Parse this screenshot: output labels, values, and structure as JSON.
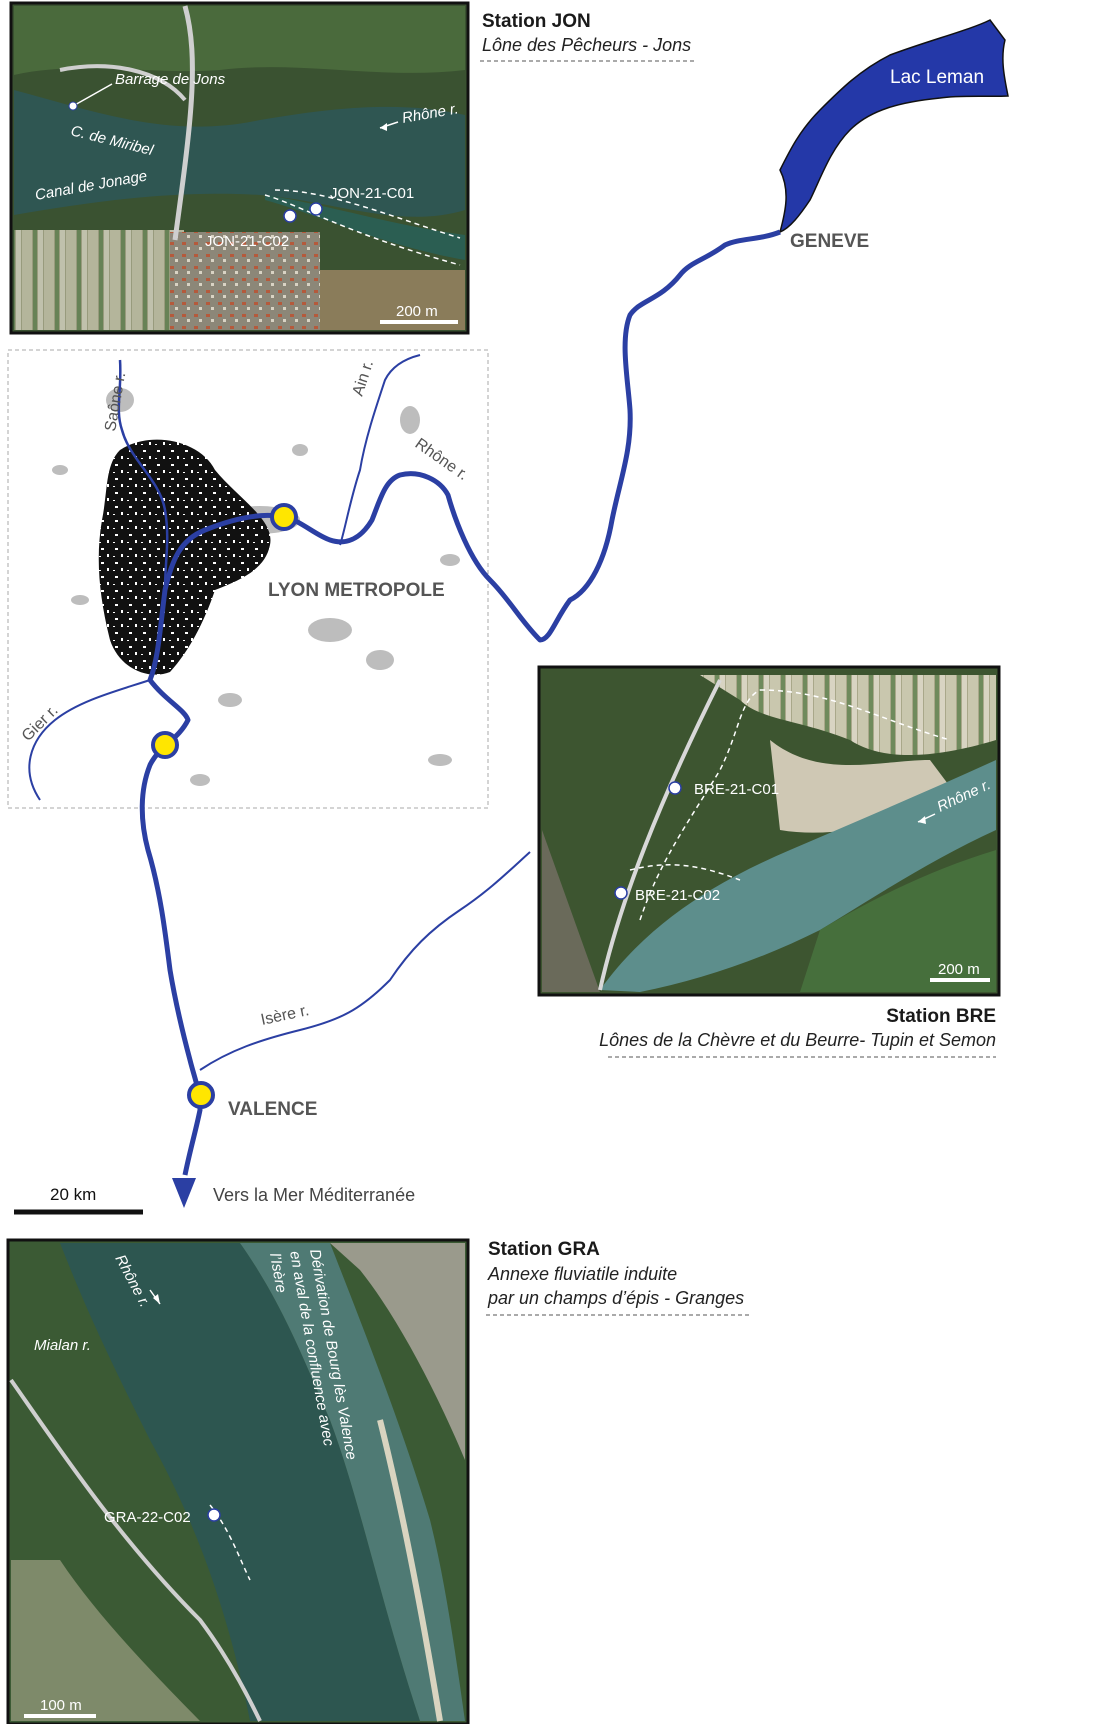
{
  "colors": {
    "river": "#2b3fa3",
    "lake": "#2438a8",
    "station_marker": "#ffe600",
    "urban_dense": "#111111",
    "urban_light": "#b8b8b8",
    "photo_forest": "#3f5a36",
    "photo_water": "#2f5e5a"
  },
  "stations": {
    "jon": {
      "title": "Station JON",
      "subtitle": "Lône des Pêcheurs - Jons",
      "labels": {
        "barrage": "Barrage de Jons",
        "miribel": "C. de Miribel",
        "rhone": "Rhône r.",
        "jonage": "Canal de Jonage",
        "core1": "JON-21-C01",
        "core2": "JON-21-C02",
        "scale": "200 m"
      }
    },
    "bre": {
      "title": "Station BRE",
      "subtitle": "Lônes de la Chèvre et du Beurre- Tupin et Semon",
      "labels": {
        "core1": "BRE-21-C01",
        "core2": "BRE-21-C02",
        "rhone": "Rhône r.",
        "scale": "200 m"
      }
    },
    "gra": {
      "title": "Station GRA",
      "subtitle_line1": "Annexe fluviatile induite",
      "subtitle_line2": "par un champs d’épis - Granges",
      "labels": {
        "rhone": "Rhône r.",
        "mialan": "Mialan r.",
        "derivation_line1": "Dérivation de Bourg lès Valence",
        "derivation_line2": "en aval de la confluence avec",
        "derivation_line3": "l’Isère",
        "core1": "GRA-22-C02",
        "scale": "100 m"
      }
    }
  },
  "map": {
    "lake": "Lac Leman",
    "geneve": "GENEVE",
    "lyon": "LYON METROPOLE",
    "valence": "VALENCE",
    "saone": "Saône r.",
    "ain": "Ain r.",
    "rhone": "Rhône r.",
    "gier": "Gier r.",
    "isere": "Isère r.",
    "mer": "Vers la Mer Méditerranée",
    "scale": "20 km"
  }
}
